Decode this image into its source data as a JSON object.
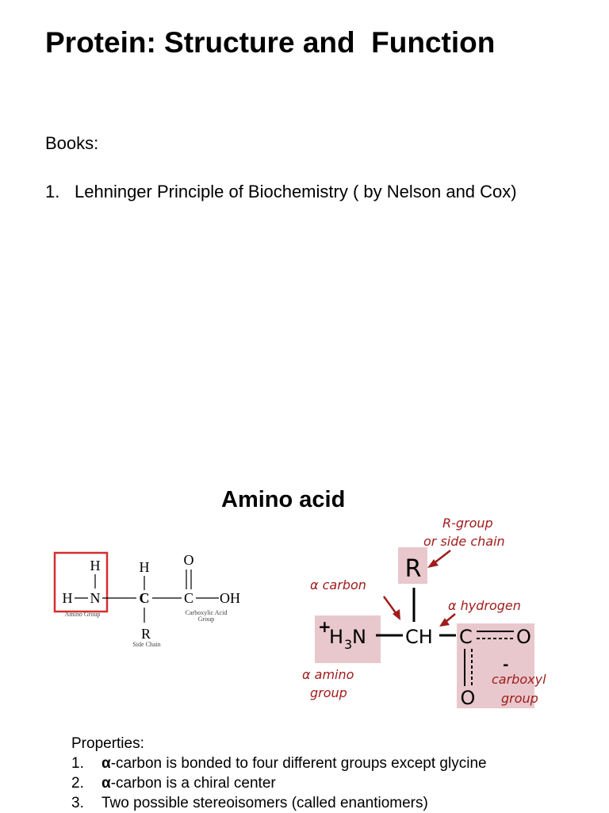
{
  "title": "Protein: Structure and  Function",
  "books": {
    "heading": "Books:",
    "items": [
      {
        "number": "1.",
        "text": "Lehninger Principle of Biochemistry ( by Nelson and Cox)"
      }
    ]
  },
  "section_title": "Amino acid",
  "left_diagram": {
    "atoms": {
      "H_top1": "H",
      "H_left": "H",
      "N": "N",
      "H_top2": "H",
      "C_alpha": "C",
      "O_top": "O",
      "C_carboxyl": "C",
      "OH": "OH",
      "R": "R"
    },
    "labels": {
      "amino_group": "Amino Group",
      "carboxylic_acid_line1": "Carboxylic Acid",
      "carboxylic_acid_line2": "Group",
      "side_chain": "Side Chain"
    },
    "highlight_color": "#d32f2f"
  },
  "right_diagram": {
    "R": "R",
    "H3N_plus": "+",
    "H3N_H": "H",
    "H3N_sub": "3",
    "H3N_N": "N",
    "CH": "CH",
    "C": "C",
    "O_right": "O",
    "O_bottom": "O",
    "minus": "-",
    "labels": {
      "r_group_line1": "R-group",
      "r_group_line2": "or side chain",
      "alpha_carbon": "α carbon",
      "alpha_hydrogen": "α hydrogen",
      "alpha_amino_line1": "α amino",
      "alpha_amino_line2": "group",
      "carboxyl_line1": "carboxyl",
      "carboxyl_line2": "group"
    },
    "box_color": "#e8c8cc",
    "label_color": "#a01c1c"
  },
  "properties": {
    "heading": "Properties:",
    "items": [
      {
        "number": "1.",
        "bold": "α",
        "text": "-carbon is bonded to four different groups except glycine"
      },
      {
        "number": "2.",
        "bold": "α",
        "text": "-carbon is a chiral center"
      },
      {
        "number": "3.",
        "bold": "",
        "text": "Two possible stereoisomers (called enantiomers)"
      }
    ]
  }
}
